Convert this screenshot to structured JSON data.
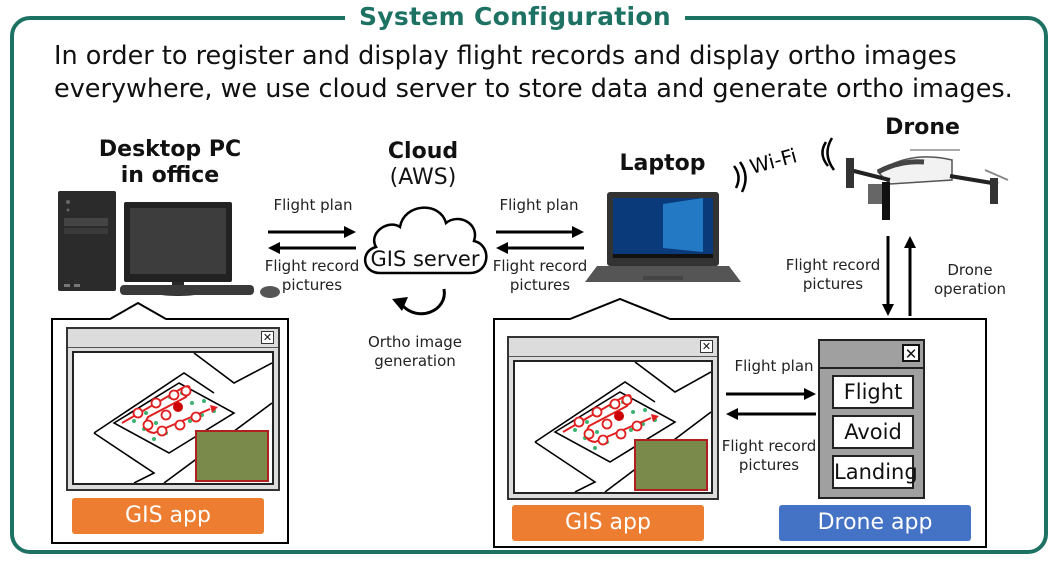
{
  "title": "System Configuration",
  "intro": "In order to register and display flight records and display ortho images\neverywhere, we use cloud server to store data and generate ortho images.",
  "nodes": {
    "desktop": {
      "label_line1": "Desktop PC",
      "label_line2": "in office"
    },
    "cloud": {
      "label_line1": "Cloud",
      "label_line2": "(AWS)",
      "server": "GIS server",
      "loop_label_line1": "Ortho image",
      "loop_label_line2": "generation"
    },
    "laptop": {
      "label": "Laptop"
    },
    "wifi": {
      "label": "Wi-Fi"
    },
    "drone": {
      "label": "Drone"
    }
  },
  "arrows": {
    "pc_cloud": {
      "top": "Flight plan",
      "bottom_line1": "Flight record",
      "bottom_line2": "pictures"
    },
    "cloud_laptop": {
      "top": "Flight plan",
      "bottom_line1": "Flight record",
      "bottom_line2": "pictures"
    },
    "laptop_drone": {
      "down_line1": "Flight record",
      "down_line2": "pictures",
      "up_line1": "Drone",
      "up_line2": "operation"
    },
    "gis_droneapp": {
      "top": "Flight plan",
      "bottom_line1": "Flight record",
      "bottom_line2": "pictures"
    }
  },
  "apps": {
    "gis_app_left": "GIS app",
    "gis_app_right": "GIS app",
    "drone_app": "Drone app",
    "drone_buttons": [
      "Flight",
      "Avoid",
      "Landing"
    ],
    "close_glyph": "✕"
  },
  "colors": {
    "accent": "#1e7264",
    "gis_app": "#ed7d31",
    "drone_app": "#4472c4",
    "flight_path": "#e02020",
    "crop": "#3cb371"
  }
}
